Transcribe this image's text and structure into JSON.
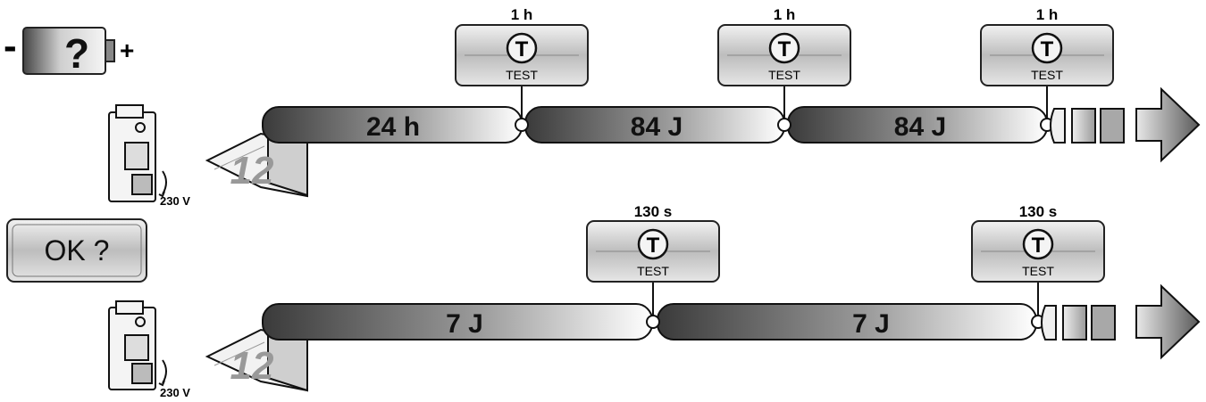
{
  "battery": {
    "minus": "-",
    "question": "?",
    "plus": "+"
  },
  "ok_panel": {
    "label": "OK ?"
  },
  "rows": [
    {
      "voltage": "230 V",
      "calendar": "12",
      "segments": [
        "24 h",
        "84 J",
        "84 J"
      ],
      "tests": [
        {
          "duration": "1 h",
          "label": "TEST",
          "symbol": "T"
        },
        {
          "duration": "1 h",
          "label": "TEST",
          "symbol": "T"
        },
        {
          "duration": "1 h",
          "label": "TEST",
          "symbol": "T"
        }
      ]
    },
    {
      "voltage": "230 V",
      "calendar": "12",
      "segments": [
        "7 J",
        "7 J"
      ],
      "tests": [
        {
          "duration": "130 s",
          "label": "TEST",
          "symbol": "T"
        },
        {
          "duration": "130 s",
          "label": "TEST",
          "symbol": "T"
        }
      ]
    }
  ]
}
